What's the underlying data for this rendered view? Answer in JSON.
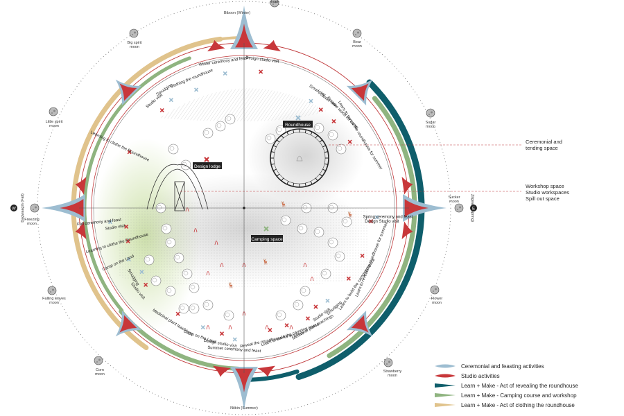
{
  "colors": {
    "ceremonial": "#9dbdd1",
    "studio": "#c8373a",
    "reveal": "#0f5e6b",
    "camping": "#8fb480",
    "clothing": "#e0c38c",
    "ring_red": "#c0393b",
    "ink": "#222222"
  },
  "cardinal": {
    "west": "W",
    "east": "E"
  },
  "moons": [
    {
      "label": "Spirit moon"
    },
    {
      "label": "Biboon (Winter)"
    },
    {
      "label": "Bear moon"
    },
    {
      "label": "Sugar moon"
    },
    {
      "label": "Sucker moon"
    },
    {
      "label": "Ziigwan (Spring)"
    },
    {
      "label": "Flower moon"
    },
    {
      "label": "Strawberry moon"
    },
    {
      "label": "Niibin (Summer)"
    },
    {
      "label": "Corn moon"
    },
    {
      "label": "Falling leaves moon"
    },
    {
      "label": "Freezing moon"
    },
    {
      "label": "Dagwaagin (Fall)"
    },
    {
      "label": "Little spirit moon"
    },
    {
      "label": "Big spirit moon"
    }
  ],
  "places": {
    "roundhouse": "Roundhouse",
    "design_lodge": "Design lodge",
    "camping_space": "Camping space"
  },
  "activities": [
    {
      "text": "Winter ceremony and feast"
    },
    {
      "text": "Design studio visit"
    },
    {
      "text": "Clothing the roundhouse"
    },
    {
      "text": "Smudging"
    },
    {
      "text": "Studio visit"
    },
    {
      "text": "Smudging"
    },
    {
      "text": "Studio visit"
    },
    {
      "text": "Prepare wood for camp"
    },
    {
      "text": "Learn to reveal the roundhouse for summer"
    },
    {
      "text": "Learning to clothe the Roundhouse"
    },
    {
      "text": "Fall ceremony and feast"
    },
    {
      "text": "Studio visit"
    },
    {
      "text": "Spring ceremony and feast"
    },
    {
      "text": "Design Studio visit"
    },
    {
      "text": "Camp on the Land"
    },
    {
      "text": "Learn to reveal the roundhouse for summer"
    },
    {
      "text": "Learning to clothe the Roundhouse"
    },
    {
      "text": "Learn to build the camping space"
    },
    {
      "text": "Smudging"
    },
    {
      "text": "Studio visit"
    },
    {
      "text": "Smudging"
    },
    {
      "text": "Studio visit"
    },
    {
      "text": "Medicinal plant teachings"
    },
    {
      "text": "Medicinal plant teachings"
    },
    {
      "text": "Camp on the Land"
    },
    {
      "text": "Design studio visit"
    },
    {
      "text": "Summer ceremony and feast"
    },
    {
      "text": "Reveal the roundhouse for summer"
    },
    {
      "text": "Learn to build the camping space"
    }
  ],
  "side_labels": {
    "ceremonial_space": "Ceremonial and tending space",
    "workshop_lines": [
      "Workshop space",
      "Studio workspaces",
      "Spill out space"
    ]
  },
  "legend": [
    {
      "key": "ceremonial",
      "label": "Ceremonial and feasting activities"
    },
    {
      "key": "studio",
      "label": "Studio activities"
    },
    {
      "key": "reveal",
      "label": "Learn + Make - Act of revealing the roundhouse"
    },
    {
      "key": "camping",
      "label": "Learn + Make - Camping course and workshop"
    },
    {
      "key": "clothing",
      "label": "Learn + Make - Act of clothing the roundhouse"
    }
  ]
}
